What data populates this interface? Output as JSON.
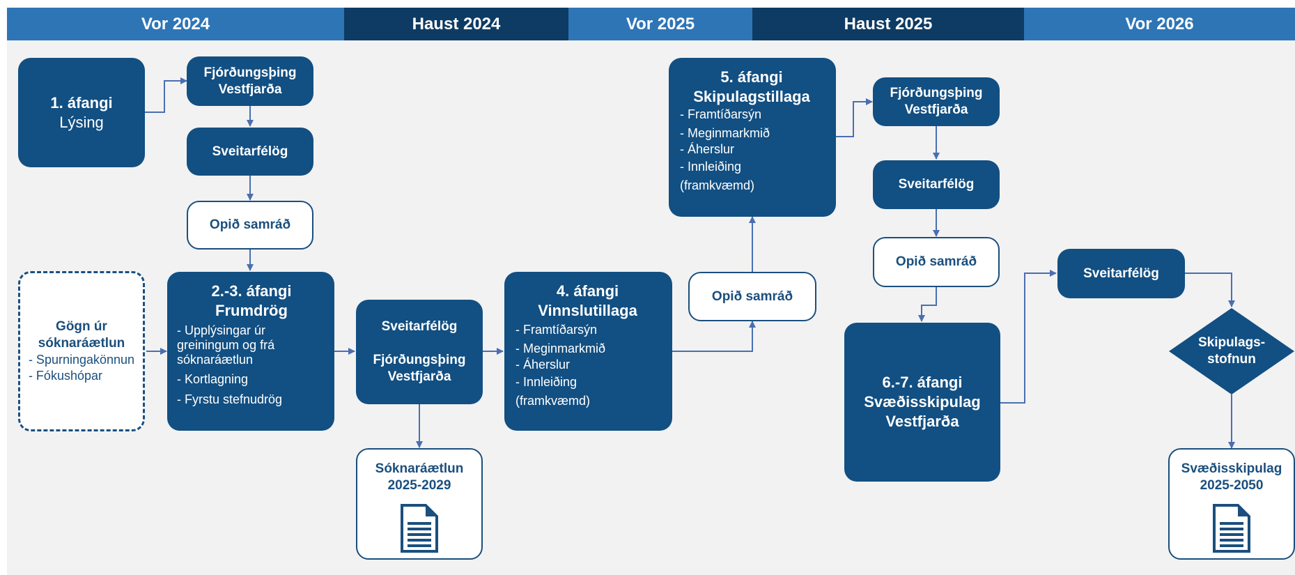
{
  "header": {
    "periods": [
      "Vor 2024",
      "Haust 2024",
      "Vor 2025",
      "Haust 2025",
      "Vor 2026"
    ]
  },
  "colors": {
    "header_light": "#2e75b6",
    "header_dark": "#0e3b63",
    "box_fill": "#124f82",
    "connector": "#4a6fb0",
    "background": "#f2f2f2"
  },
  "nodes": {
    "phase1": {
      "title": "1. áfangi",
      "subtitle": "Lýsing"
    },
    "fjordung1": "Fjórðungsþing Vestfjarða",
    "sveitar1": "Sveitarfélög",
    "opid1": "Opið samráð",
    "gogn": {
      "title": "Gögn úr sóknaráætlun",
      "items": [
        "- Spurningakönnun",
        "- Fókushópar"
      ]
    },
    "phase23": {
      "title": "2.-3. áfangi",
      "subtitle": "Frumdrög",
      "items": [
        "- Upplýsingar úr greiningum og frá sóknaráætlun",
        "- Kortlagning",
        "- Fyrstu stefnudrög"
      ]
    },
    "sveitar_fjordung": {
      "line1": "Sveitarfélög",
      "line2": "Fjórðungsþing Vestfjarða"
    },
    "soknar_doc": {
      "title": "Sóknaráætlun 2025-2029",
      "icon": "document-icon"
    },
    "phase4": {
      "title": "4. áfangi",
      "subtitle": "Vinnslutillaga",
      "items": [
        "- Framtíðarsýn",
        "- Meginmarkmið",
        "- Áherslur",
        "-  Innleiðing (framkvæmd)"
      ]
    },
    "opid2": "Opið samráð",
    "phase5": {
      "title": "5. áfangi",
      "subtitle": "Skipulagstillaga",
      "items": [
        "- Framtíðarsýn",
        "- Meginmarkmið",
        "- Áherslur",
        "-  Innleiðing (framkvæmd)"
      ]
    },
    "fjordung2": "Fjórðungsþing Vestfjarða",
    "sveitar2": "Sveitarfélög",
    "opid3": "Opið samráð",
    "phase67": {
      "title": "6.-7. áfangi",
      "subtitle": "Svæðisskipulag Vestfjarða"
    },
    "sveitar3": "Sveitarfélög",
    "skipulagsstofnun": "Skipulags-stofnun",
    "final_doc": {
      "title": "Svæðisskipulag 2025-2050",
      "icon": "document-icon"
    }
  }
}
